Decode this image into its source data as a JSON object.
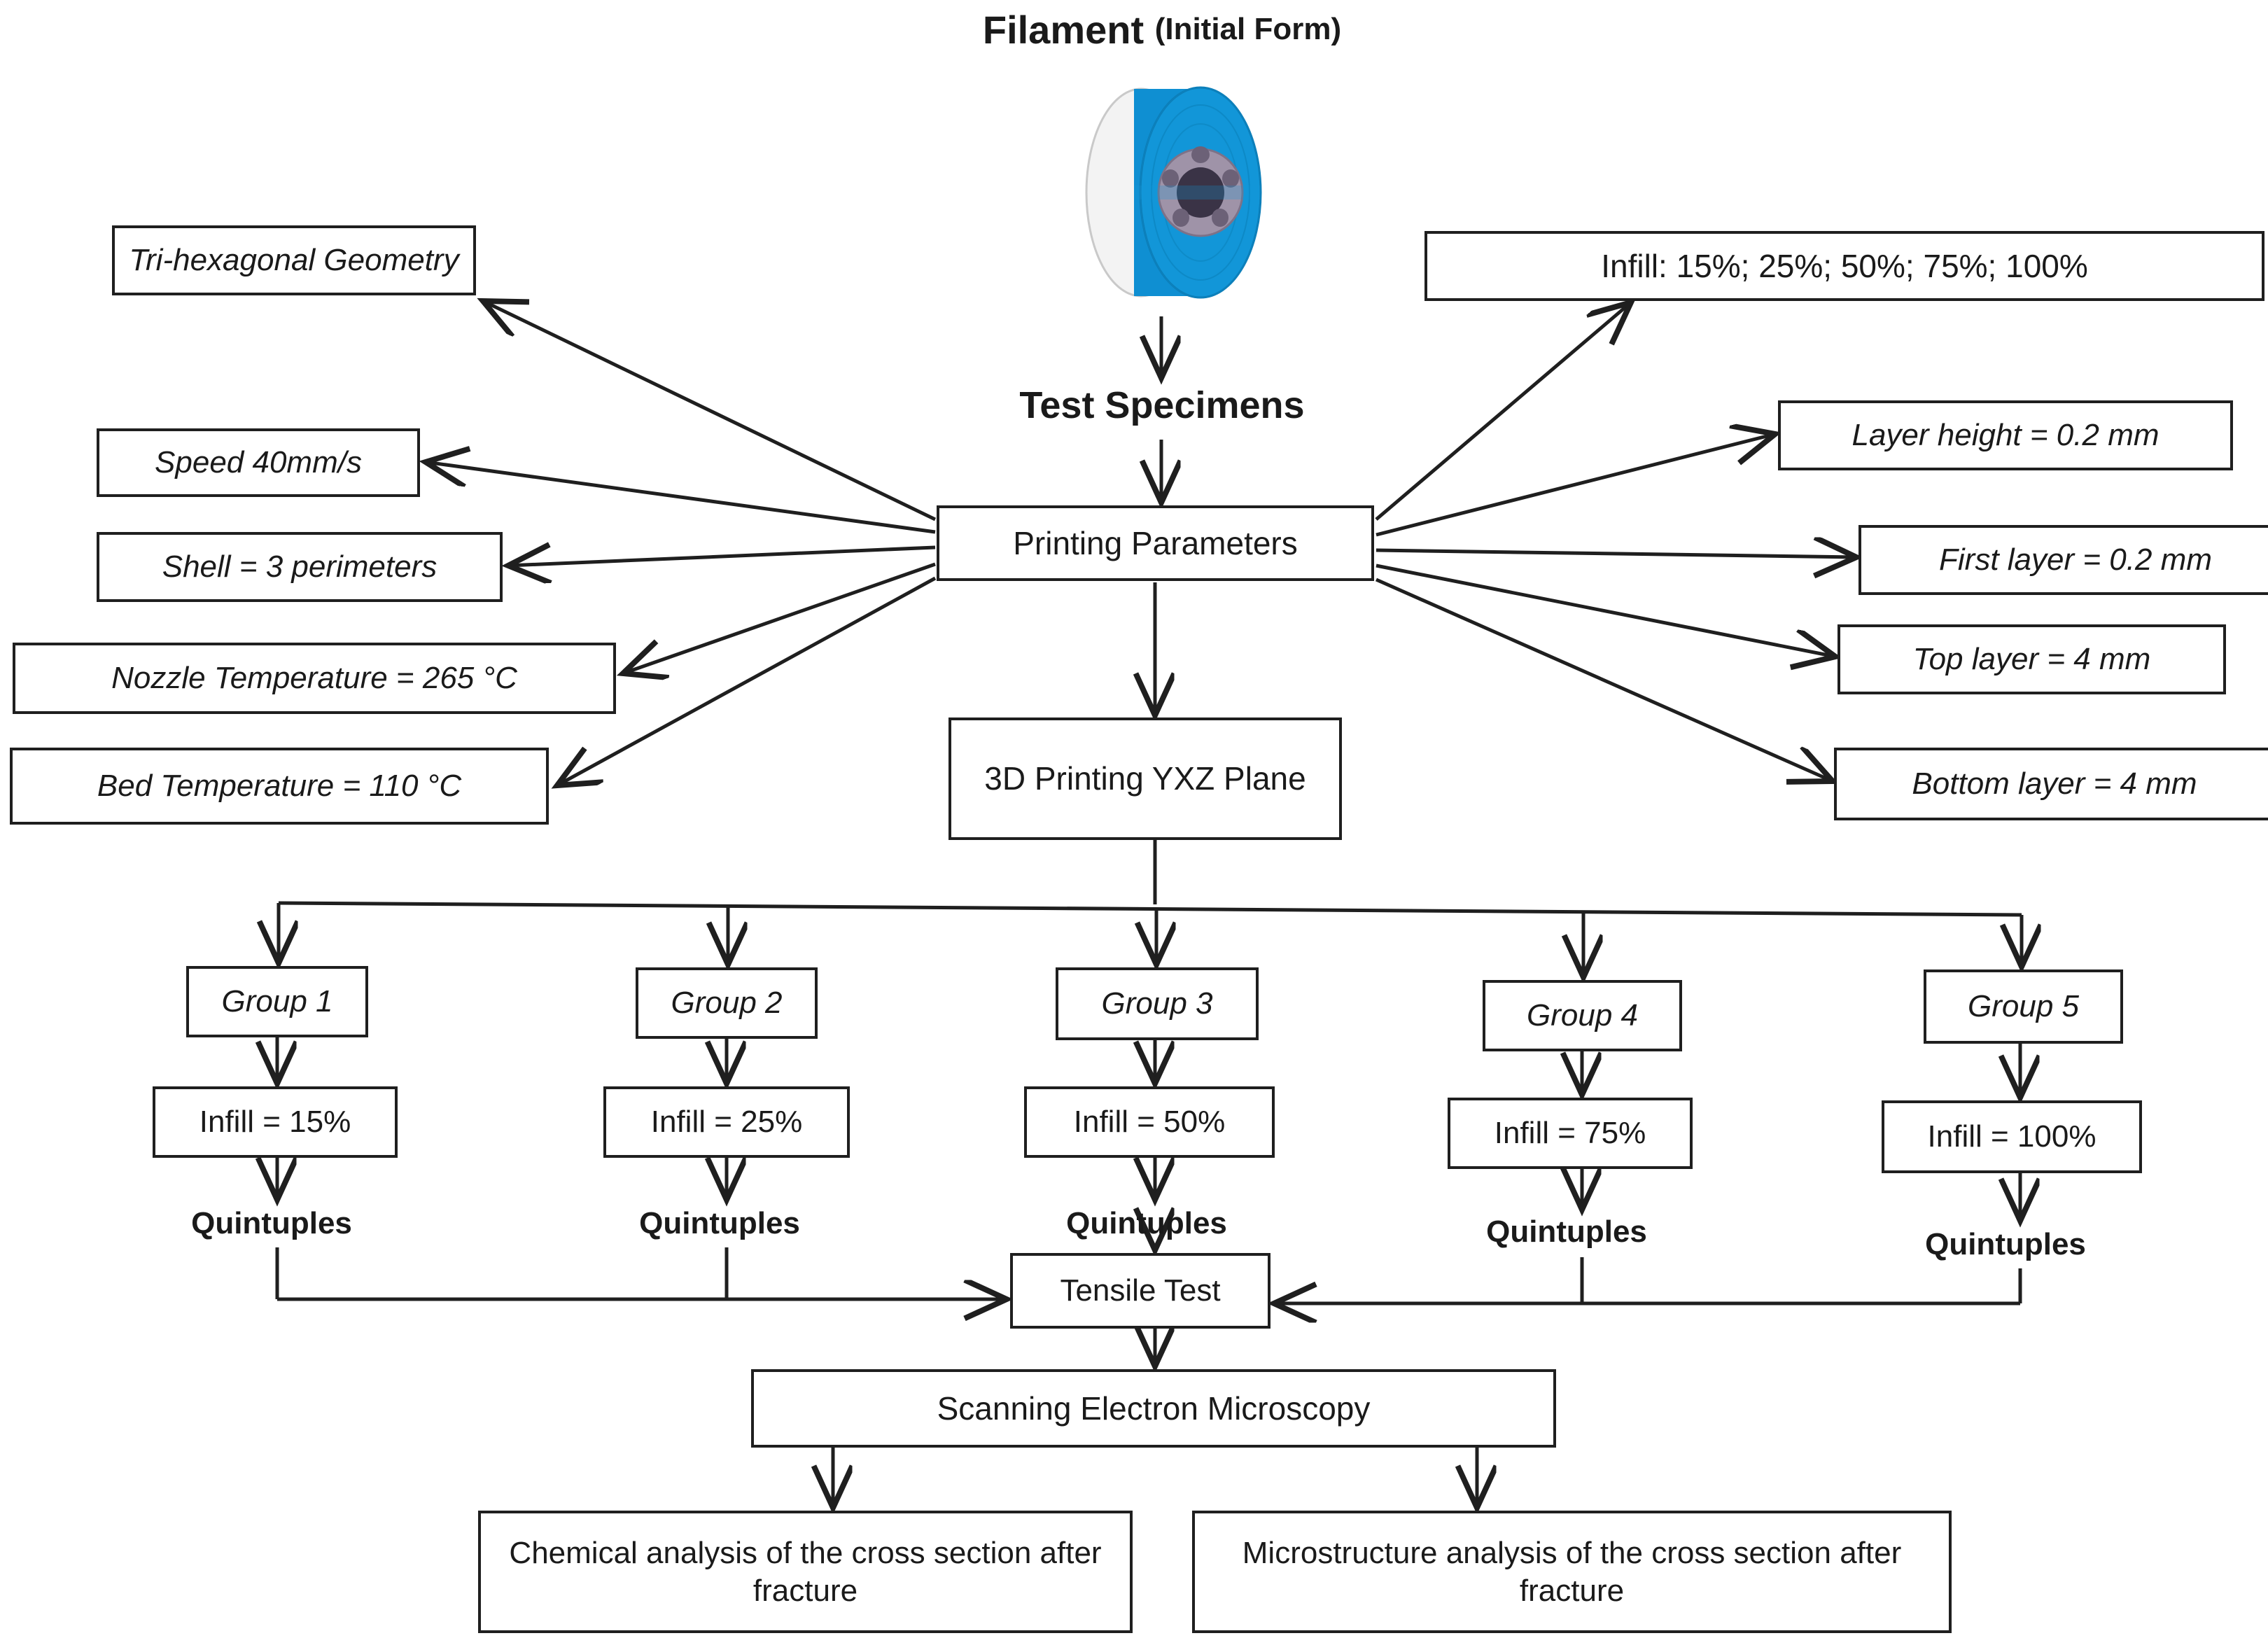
{
  "header": {
    "title_main": "Filament",
    "title_sub": "(Initial Form)",
    "spool_icon": "filament-spool",
    "spool_color": "#118fd0"
  },
  "center": {
    "test_specimens": "Test Specimens",
    "printing_parameters": "Printing Parameters",
    "printing_3d": "3D Printing  YXZ Plane",
    "tensile_test": "Tensile Test",
    "sem": "Scanning Electron Microscopy",
    "chemical_analysis": "Chemical analysis of the cross section after  fracture",
    "microstructure": "Microstructure analysis of the cross section after fracture"
  },
  "left_parameters": [
    {
      "label": "Tri-hexagonal Geometry"
    },
    {
      "label": "Speed 40mm/s"
    },
    {
      "label": "Shell = 3 perimeters"
    },
    {
      "label": "Nozzle Temperature = 265 °C"
    },
    {
      "label": "Bed Temperature = 110 °C"
    }
  ],
  "right_parameters": [
    {
      "label": "Infill: 15%; 25%; 50%; 75%; 100%"
    },
    {
      "label": "Layer height = 0.2 mm"
    },
    {
      "label": "First layer = 0.2 mm"
    },
    {
      "label": "Top layer = 4 mm"
    },
    {
      "label": "Bottom layer = 4 mm"
    }
  ],
  "groups": [
    {
      "name": "Group 1",
      "infill": "Infill = 15%",
      "replicates": "Quintuples"
    },
    {
      "name": "Group 2",
      "infill": "Infill = 25%",
      "replicates": "Quintuples"
    },
    {
      "name": "Group 3",
      "infill": "Infill = 50%",
      "replicates": "Quintuples"
    },
    {
      "name": "Group 4",
      "infill": "Infill = 75%",
      "replicates": "Quintuples"
    },
    {
      "name": "Group 5",
      "infill": "Infill = 100%",
      "replicates": "Quintuples"
    }
  ],
  "colors": {
    "stroke": "#1f1f1f",
    "background": "#ffffff",
    "spool_blue": "#118fd0"
  }
}
